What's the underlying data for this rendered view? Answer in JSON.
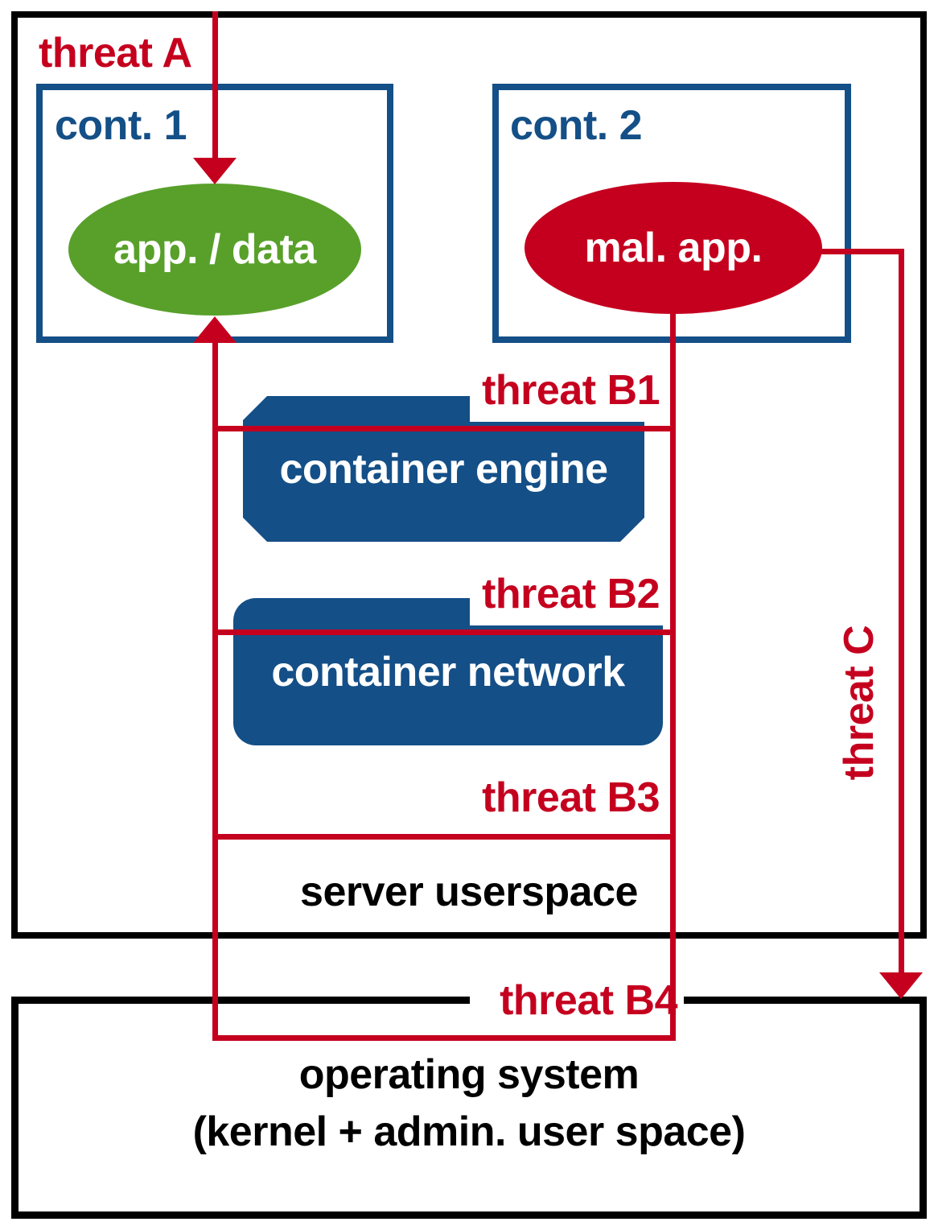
{
  "diagram": {
    "threat_labels": {
      "a": "threat A",
      "b1": "threat B1",
      "b2": "threat B2",
      "b3": "threat B3",
      "b4": "threat B4",
      "c": "threat C"
    },
    "containers": {
      "c1": {
        "title": "cont. 1",
        "node": "app. / data"
      },
      "c2": {
        "title": "cont. 2",
        "node": "mal. app."
      }
    },
    "layers": {
      "engine": "container engine",
      "network": "container network"
    },
    "host": {
      "userspace": "server userspace",
      "os_line1": "operating system",
      "os_line2": "(kernel + admin. user space)"
    },
    "colors": {
      "threat_red": "#c5001f",
      "container_blue": "#144f87",
      "benign_green": "#58a02a",
      "host_black": "#000000"
    }
  }
}
